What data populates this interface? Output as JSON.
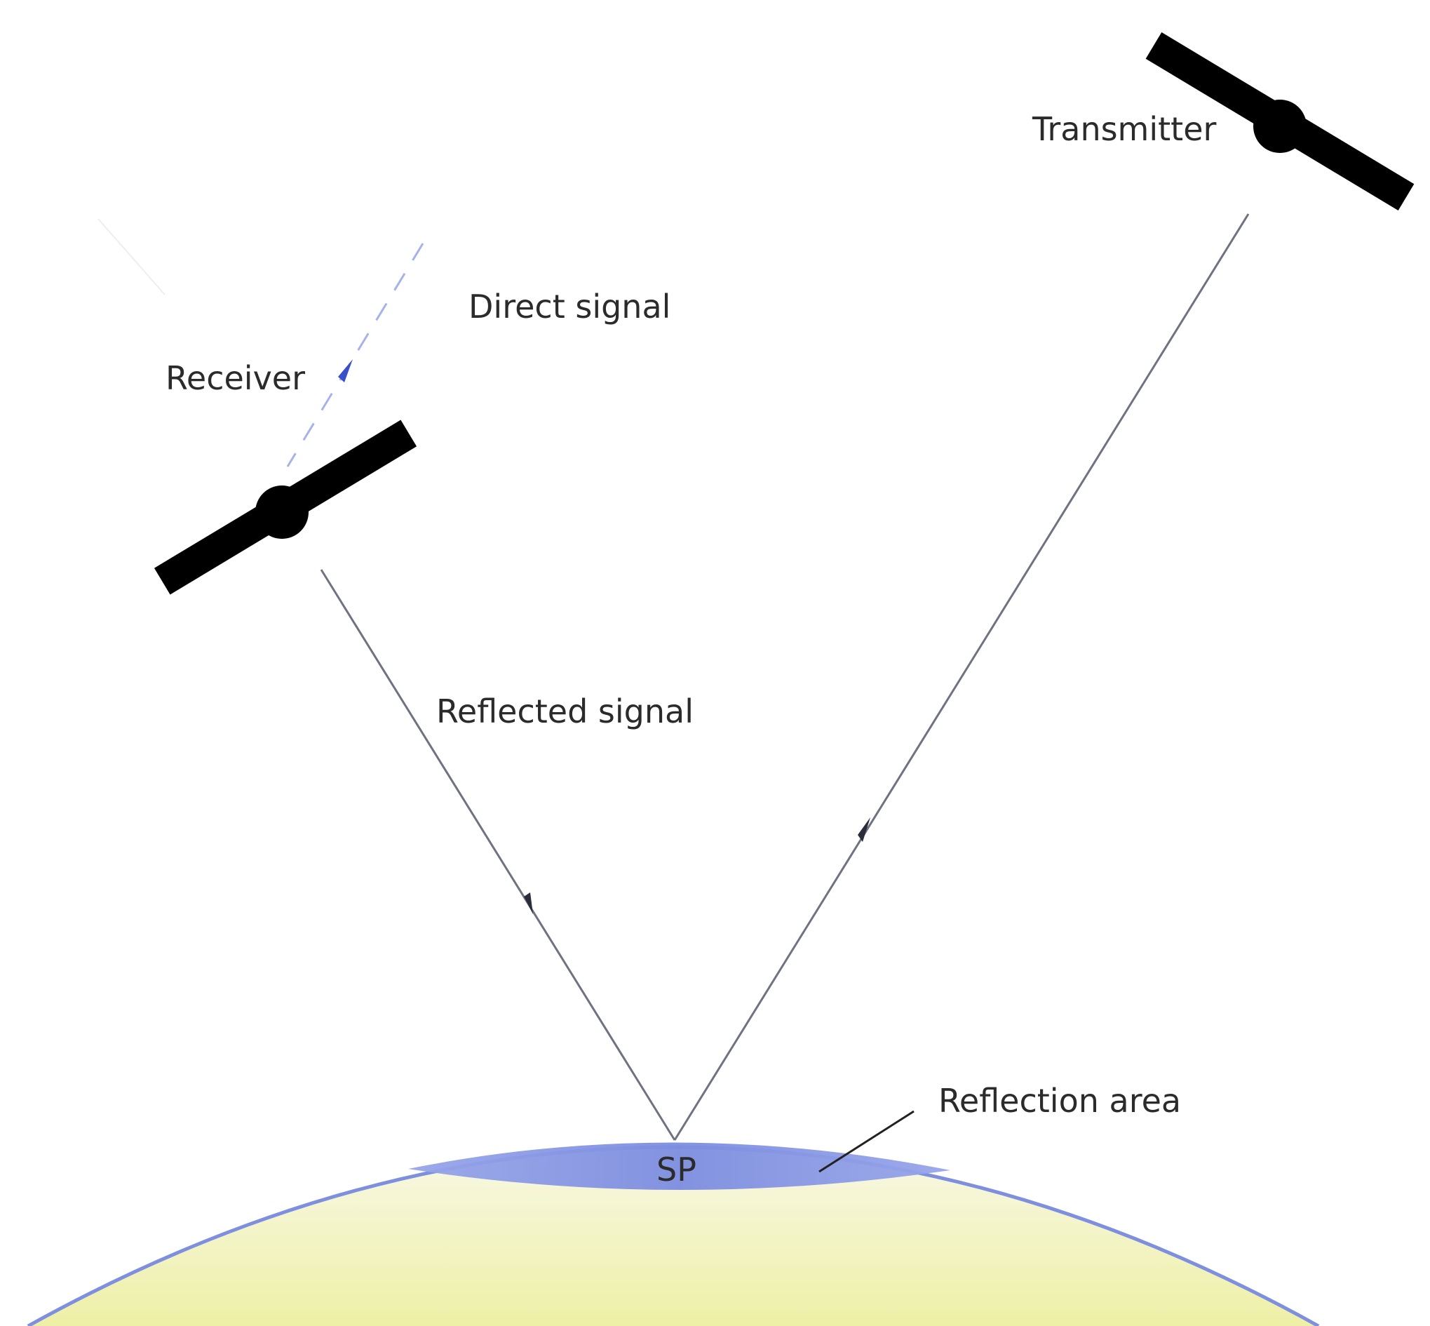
{
  "labels": {
    "transmitter": "Transmitter",
    "receiver": "Receiver",
    "direct_signal": "Direct signal",
    "reflected_signal": "Reflected signal",
    "reflection_area": "Reflection area",
    "specular_point": "SP"
  },
  "colors": {
    "earth_fill_top": "#f7f7e0",
    "earth_fill_bottom": "#eef0a8",
    "earth_outline": "#7f8fe0",
    "reflection_area": "#8c9be6",
    "signal_line": "#6f7280",
    "direct_signal": "#9aa6e6",
    "satellite": "#000000",
    "text": "#2b2b2b"
  },
  "icons": {
    "transmitter": "satellite-icon",
    "receiver": "satellite-icon"
  }
}
